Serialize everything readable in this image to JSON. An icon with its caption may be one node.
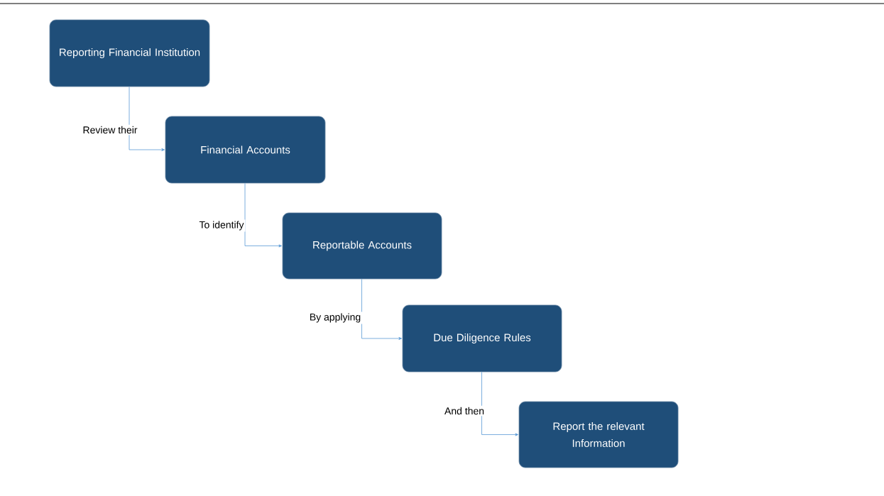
{
  "diagram": {
    "nodes": [
      {
        "text": [
          "Reporting Financial Institution"
        ]
      },
      {
        "text": [
          "Financial Accounts"
        ]
      },
      {
        "text": [
          "Reportable Accounts"
        ]
      },
      {
        "text": [
          "Due Diligence Rules"
        ]
      },
      {
        "text": [
          "Report the relevant Information"
        ]
      }
    ],
    "edges": [
      {
        "from": 0,
        "to": 1,
        "arrow": "to",
        "label": "Review their"
      },
      {
        "from": 1,
        "to": 2,
        "arrow": "to",
        "label": "To identify"
      },
      {
        "from": 2,
        "to": 3,
        "arrow": "to",
        "label": "By applying"
      },
      {
        "from": 3,
        "to": 4,
        "arrow": "to",
        "label": "And then"
      }
    ]
  }
}
